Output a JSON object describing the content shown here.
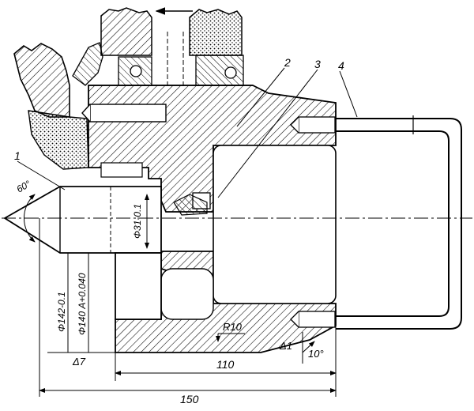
{
  "callouts": {
    "c1": "1",
    "c2": "2",
    "c3": "3",
    "c4": "4"
  },
  "dimensions": {
    "angle_60": "60°",
    "dia_31": "Φ31-0.1",
    "dia_142": "Φ142-0.1",
    "dia_140": "Φ140 A+0.040",
    "delta_7": "Δ7",
    "r10": "R10",
    "delta_1": "Δ1",
    "angle_10": "10°",
    "len_110": "110",
    "len_150": "150"
  }
}
